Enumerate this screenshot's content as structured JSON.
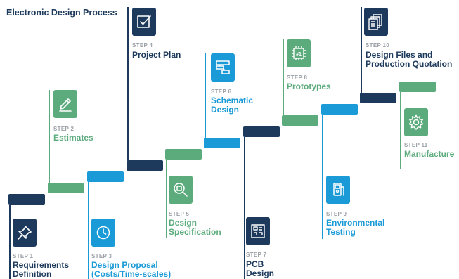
{
  "title": "Electronic Design Process",
  "colors": {
    "navy": "#1d3a5c",
    "green": "#5cab7d",
    "blue": "#1a9ad6"
  },
  "steps": [
    {
      "label": "STEP 1",
      "lines": [
        "Requirements",
        "Definition"
      ],
      "color": "navy",
      "icon": "pin-icon"
    },
    {
      "label": "STEP 2",
      "lines": [
        "Estimates"
      ],
      "color": "green",
      "icon": "pencil-icon"
    },
    {
      "label": "STEP 3",
      "lines": [
        "Design Proposal",
        "(Costs/Time-scales)"
      ],
      "color": "blue",
      "icon": "clock-icon"
    },
    {
      "label": "STEP 4",
      "lines": [
        "Project Plan"
      ],
      "color": "navy",
      "icon": "checkbox-icon"
    },
    {
      "label": "STEP 5",
      "lines": [
        "Design",
        "Specification"
      ],
      "color": "green",
      "icon": "magnifier-chip-icon"
    },
    {
      "label": "STEP 6",
      "lines": [
        "Schematic",
        "Design"
      ],
      "color": "blue",
      "icon": "flowchart-icon"
    },
    {
      "label": "STEP 7",
      "lines": [
        "PCB",
        "Design"
      ],
      "color": "navy",
      "icon": "pcb-icon"
    },
    {
      "label": "STEP 8",
      "lines": [
        "Prototypes"
      ],
      "color": "green",
      "icon": "chip-icon"
    },
    {
      "label": "STEP 9",
      "lines": [
        "Environmental",
        "Testing"
      ],
      "color": "blue",
      "icon": "meter-icon"
    },
    {
      "label": "STEP 10",
      "lines": [
        "Design Files and",
        "Production Quotation"
      ],
      "color": "navy",
      "icon": "documents-icon"
    },
    {
      "label": "STEP 11",
      "lines": [
        "Manufacture"
      ],
      "color": "green",
      "icon": "gear-icon"
    }
  ],
  "chip_text": "#1"
}
